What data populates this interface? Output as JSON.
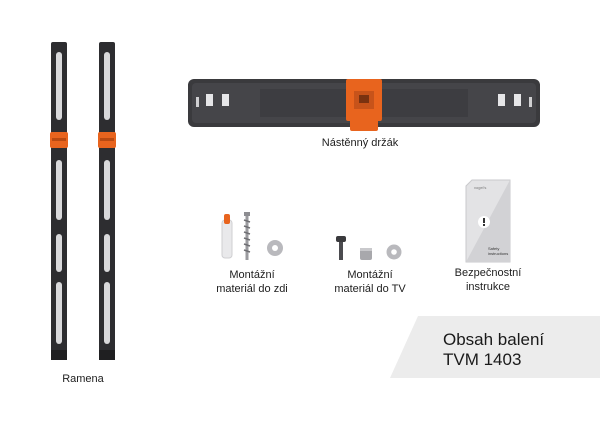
{
  "arms": {
    "caption": "Ramena"
  },
  "wall_bracket": {
    "caption": "Nástěnný držák"
  },
  "wall_hardware": {
    "caption_line1": "Montážní",
    "caption_line2": "materiál do zdi"
  },
  "tv_hardware": {
    "caption_line1": "Montážní",
    "caption_line2": "materiál do TV"
  },
  "safety": {
    "caption_line1": "Bezpečnostní",
    "caption_line2": "instrukce",
    "booklet_brand": "vogel's",
    "booklet_text_line1": "Safety",
    "booklet_text_line2": "instructions"
  },
  "package": {
    "title_line1": "Obsah balení",
    "title_line2": "TVM 1403"
  },
  "colors": {
    "accent_orange": "#e8641e",
    "steel_dark": "#2b2b2d",
    "steel_mid": "#3d3d40",
    "banner_bg": "#ececec"
  }
}
